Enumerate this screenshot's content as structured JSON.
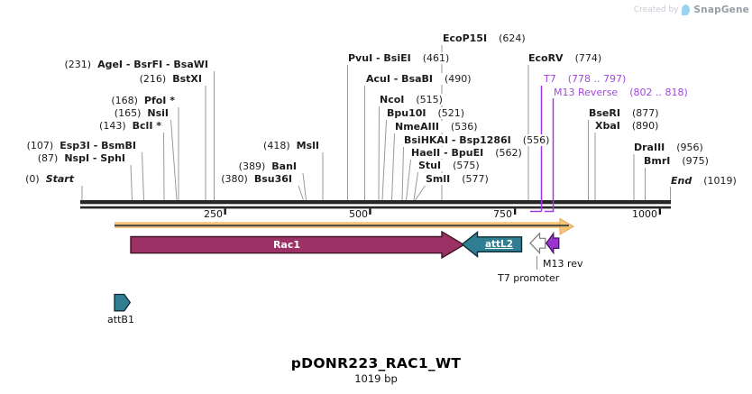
{
  "watermark": {
    "prefix": "Created by",
    "brand": "SnapGene"
  },
  "title": {
    "name": "pDONR223_RAC1_WT",
    "length": "1019 bp"
  },
  "ruler": {
    "ticks": [
      "250",
      "500",
      "750",
      "1000"
    ]
  },
  "map": {
    "sites_left": [
      {
        "pos": "(231)",
        "name": "AgeI - BsrFI - BsaWI"
      },
      {
        "pos": "(216)",
        "name": "BstXI"
      },
      {
        "pos": "(168)",
        "name": "PfoI *"
      },
      {
        "pos": "(165)",
        "name": "NsiI"
      },
      {
        "pos": "(143)",
        "name": "BclI *"
      },
      {
        "pos": "(107)",
        "name": "Esp3I - BsmBI"
      },
      {
        "pos": "(87)",
        "name": "NspI - SphI"
      },
      {
        "pos": "(0)",
        "name": "Start"
      },
      {
        "pos": "(389)",
        "name": "BanI"
      },
      {
        "pos": "(380)",
        "name": "Bsu36I"
      },
      {
        "pos": "(418)",
        "name": "MslI"
      }
    ],
    "sites_right": [
      {
        "name": "EcoP15I",
        "pos": "(624)"
      },
      {
        "name": "PvuI - BsiEI",
        "pos": "(461)"
      },
      {
        "name": "AcuI - BsaBI",
        "pos": "(490)"
      },
      {
        "name": "NcoI",
        "pos": "(515)"
      },
      {
        "name": "Bpu10I",
        "pos": "(521)"
      },
      {
        "name": "NmeAIII",
        "pos": "(536)"
      },
      {
        "name": "BsiHKAI - Bsp1286I",
        "pos": "(556)"
      },
      {
        "name": "HaeII - BpuEI",
        "pos": "(562)"
      },
      {
        "name": "StuI",
        "pos": "(575)"
      },
      {
        "name": "SmlI",
        "pos": "(577)"
      },
      {
        "name": "EcoRV",
        "pos": "(774)"
      },
      {
        "name": "BseRI",
        "pos": "(877)"
      },
      {
        "name": "XbaI",
        "pos": "(890)"
      },
      {
        "name": "DraIII",
        "pos": "(956)"
      },
      {
        "name": "BmrI",
        "pos": "(975)"
      },
      {
        "name": "End",
        "pos": "(1019)"
      }
    ],
    "primers": [
      {
        "name": "T7",
        "pos": "(778 .. 797)"
      },
      {
        "name": "M13 Reverse",
        "pos": "(802 .. 818)"
      }
    ],
    "features": {
      "rac1": "Rac1",
      "attl2": "attL2",
      "attb1": "attB1",
      "m13rev": "M13 rev",
      "t7prom": "T7 promoter"
    },
    "colors": {
      "cds_fill": "#9B3164",
      "att_fill": "#2F7E91",
      "primer_purple": "#A138E8",
      "construct_orange": "#F7C678"
    }
  }
}
